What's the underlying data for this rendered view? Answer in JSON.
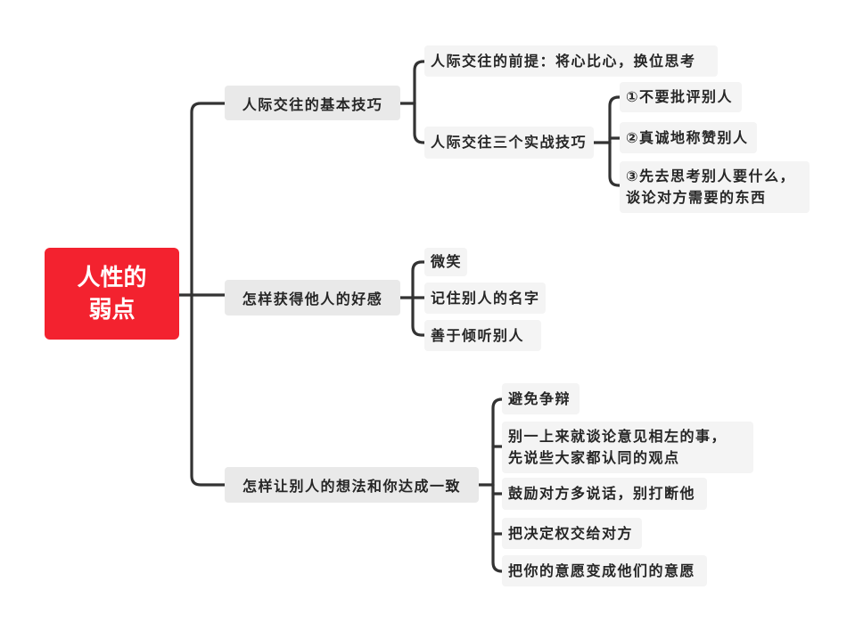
{
  "colors": {
    "root": "#f3222f",
    "main_topic_bg": "#e9e9e9",
    "leaf_topic_bg": "#f4f4f4",
    "connector": "#333333",
    "text": "#262626"
  },
  "root": {
    "lines": [
      "人性的",
      "弱点"
    ]
  },
  "branches": [
    {
      "label": "人际交往的基本技巧",
      "children": [
        {
          "label": "人际交往的前提：将心比心，换位思考"
        },
        {
          "label": "人际交往三个实战技巧",
          "children": [
            {
              "label": "①不要批评别人"
            },
            {
              "label": "②真诚地称赞别人"
            },
            {
              "lines": [
                "③先去思考别人要什么，",
                "谈论对方需要的东西"
              ]
            }
          ]
        }
      ]
    },
    {
      "label": "怎样获得他人的好感",
      "children": [
        {
          "label": "微笑"
        },
        {
          "label": "记住别人的名字"
        },
        {
          "label": "善于倾听别人"
        }
      ]
    },
    {
      "label": "怎样让别人的想法和你达成一致",
      "children": [
        {
          "label": "避免争辩"
        },
        {
          "lines": [
            "别一上来就谈论意见相左的事，",
            "先说些大家都认同的观点"
          ]
        },
        {
          "label": "鼓励对方多说话，别打断他"
        },
        {
          "label": "把决定权交给对方"
        },
        {
          "label": "把你的意愿变成他们的意愿"
        }
      ]
    }
  ]
}
